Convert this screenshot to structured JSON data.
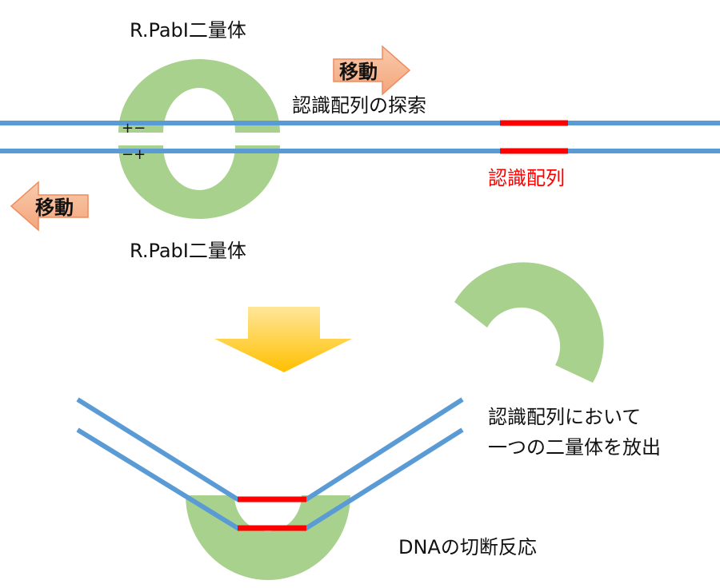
{
  "colors": {
    "dna": "#5b9bd5",
    "recognition_site": "#ff0000",
    "protein": "#a9d18e",
    "move_arrow_fill": "#f4b183",
    "move_arrow_stroke": "#f08a5d",
    "transition_arrow": "#ffd966"
  },
  "top_panel": {
    "upper_dimer_label": "R.PabI二量体",
    "lower_dimer_label": "R.PabI二量体",
    "move_right_label": "移動",
    "move_left_label": "移動",
    "search_label": "認識配列の探索",
    "charge_upper": "+−",
    "charge_lower": "−+",
    "recognition_site_label": "認識配列"
  },
  "bottom_panel": {
    "release_label_line1": "認識配列において",
    "release_label_line2": "一つの二量体を放出",
    "cleavage_label": "DNAの切断反応"
  }
}
